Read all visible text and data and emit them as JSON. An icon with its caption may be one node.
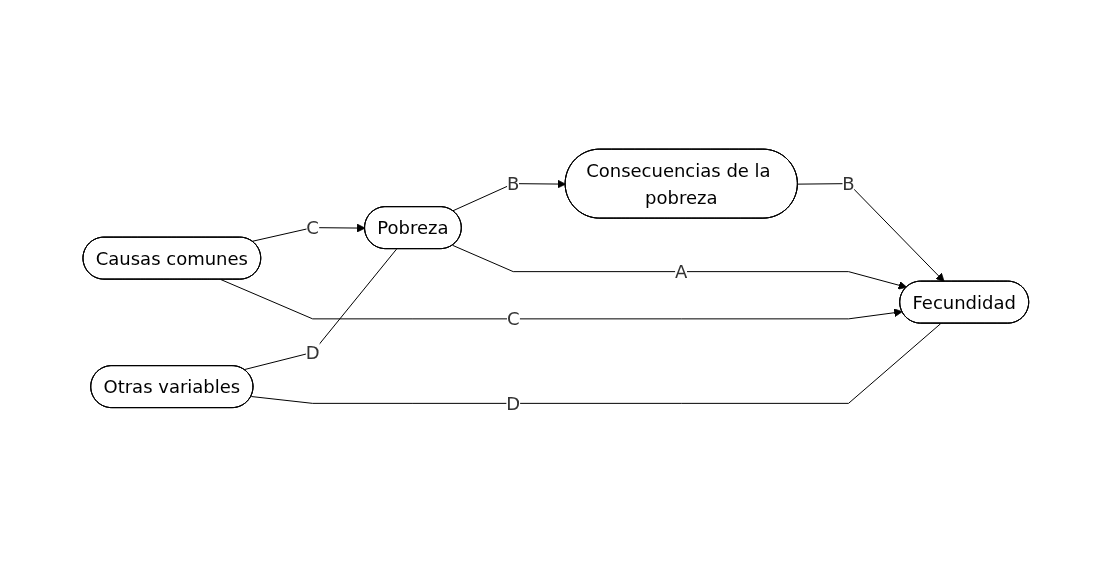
{
  "diagram": {
    "nodes": [
      {
        "text": [
          "Pobreza"
        ]
      },
      {
        "text": [
          "Causas comunes"
        ]
      },
      {
        "text": [
          "Otras variables"
        ]
      },
      {
        "text": [
          "Consecuencias de la pobreza"
        ]
      },
      {
        "text": [
          "Fecundidad"
        ]
      }
    ],
    "edges": [
      {
        "from": 1,
        "to": 0,
        "arrow": "to",
        "label": "C"
      },
      {
        "from": 2,
        "to": 0,
        "arrow": "none",
        "label": "D"
      },
      {
        "from": 0,
        "to": 3,
        "arrow": "to",
        "label": "B"
      },
      {
        "from": 0,
        "to": 4,
        "arrow": "to",
        "label": "A"
      },
      {
        "from": 1,
        "to": 4,
        "arrow": "to",
        "label": "C"
      },
      {
        "from": 2,
        "to": 4,
        "arrow": "none",
        "label": "D"
      },
      {
        "from": 3,
        "to": 4,
        "arrow": "to",
        "label": "B"
      }
    ]
  }
}
